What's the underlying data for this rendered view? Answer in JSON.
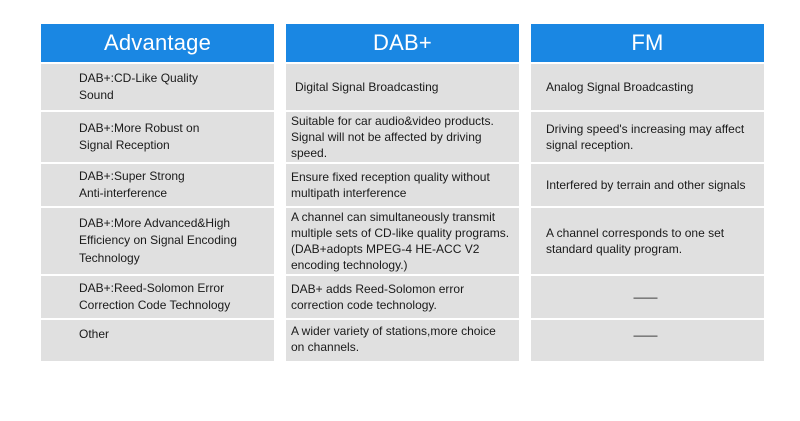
{
  "headers": [
    "Advantage",
    "DAB+",
    "FM"
  ],
  "rows": [
    {
      "advantage": [
        "DAB+:CD-Like Quality",
        "Sound"
      ],
      "dab": [
        "Digital Signal Broadcasting"
      ],
      "fm": [
        "Analog Signal Broadcasting"
      ]
    },
    {
      "advantage": [
        "DAB+:More Robust on",
        "Signal Reception"
      ],
      "dab": [
        "Suitable for car audio&video products.",
        "Signal will not be affected by driving",
        "speed."
      ],
      "fm": [
        "Driving speed's increasing may affect",
        "signal reception."
      ]
    },
    {
      "advantage": [
        "DAB+:Super Strong",
        "Anti-interference"
      ],
      "dab": [
        "Ensure fixed reception quality without",
        "multipath interference"
      ],
      "fm": [
        "Interfered by terrain and other signals"
      ]
    },
    {
      "advantage": [
        "DAB+:More Advanced&High",
        "Efficiency on Signal Encoding",
        "Technology"
      ],
      "dab": [
        "A channel can simultaneously transmit",
        "multiple sets of CD-like quality programs.",
        "(DAB+adopts MPEG-4 HE-ACC V2",
        "encoding technology.)"
      ],
      "fm": [
        "A channel corresponds to one set",
        "standard quality program."
      ]
    },
    {
      "advantage": [
        "DAB+:Reed-Solomon Error",
        "Correction Code Technology"
      ],
      "dab": [
        "DAB+ adds Reed-Solomon error",
        "correction code technology."
      ],
      "fm": [
        "——"
      ]
    },
    {
      "advantage": [
        "Other"
      ],
      "dab": [
        "A wider variety of stations,more choice",
        "on channels."
      ],
      "fm": [
        "——"
      ]
    }
  ]
}
